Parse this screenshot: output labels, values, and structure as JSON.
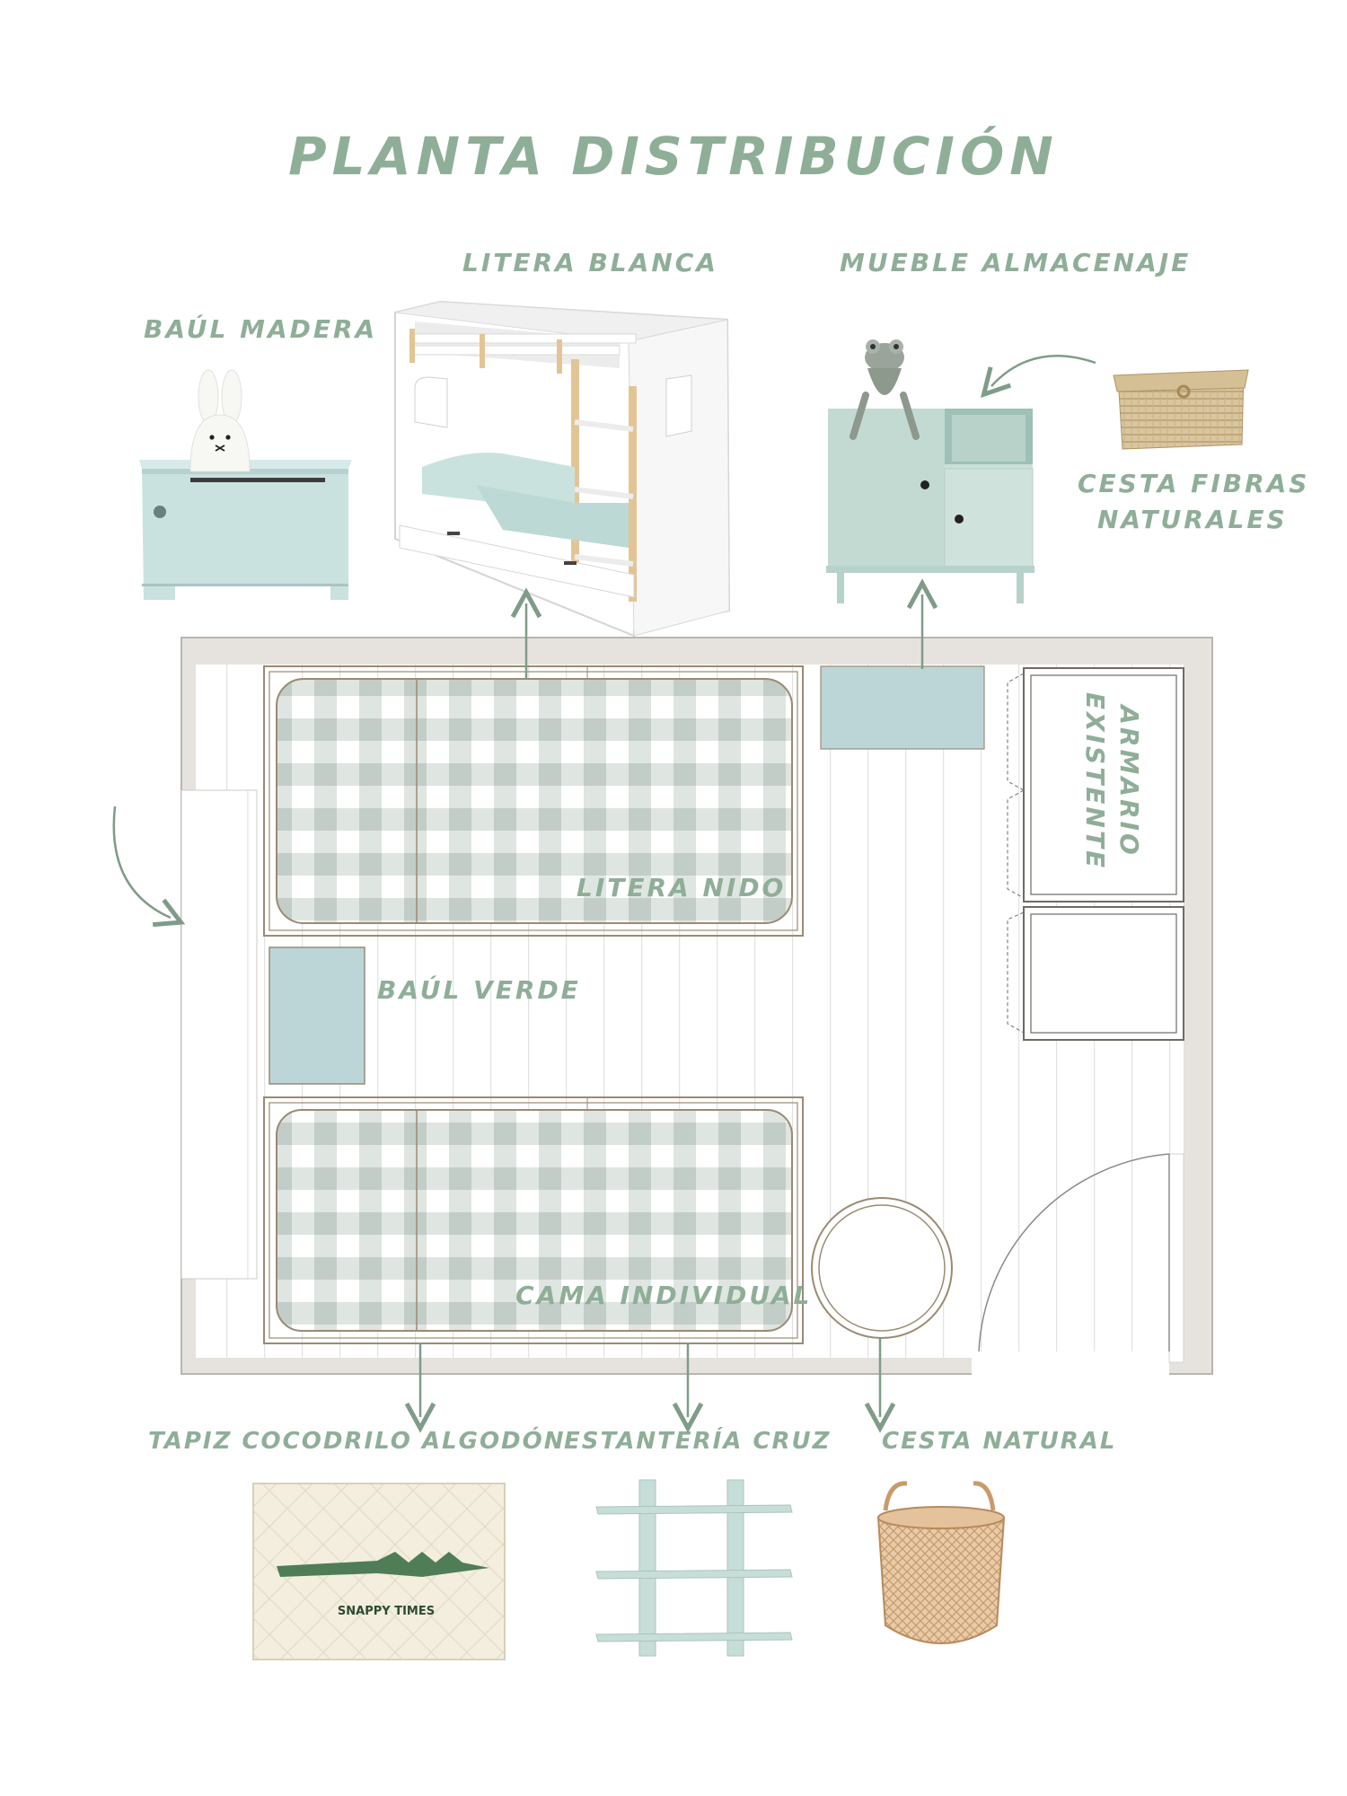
{
  "title": "PLANTA DISTRIBUCIÓN",
  "products": {
    "baul_madera": "BAÚL MADERA",
    "litera_blanca": "LITERA BLANCA",
    "mueble_almacenaje": "MUEBLE ALMACENAJE",
    "cesta_fibras_line1": "CESTA FIBRAS",
    "cesta_fibras_line2": "NATURALES",
    "tapiz": "TAPIZ COCODRILO ALGODÓN",
    "estanteria": "ESTANTERÍA CRUZ",
    "cesta_natural": "CESTA NATURAL",
    "rug_text": "SNAPPY TIMES"
  },
  "plan": {
    "litera_nido": "LITERA NIDO",
    "baul_verde": "BAÚL VERDE",
    "armario_line1": "ARMARIO",
    "armario_line2": "EXISTENTE",
    "cama_individual": "CAMA INDIVIDUAL"
  },
  "colors": {
    "label": "#8fae98",
    "wall": "#e6e3df",
    "furniture_outline": "#9b8a74",
    "mint": "#bcd6d8",
    "arrow": "#7f9c88"
  }
}
